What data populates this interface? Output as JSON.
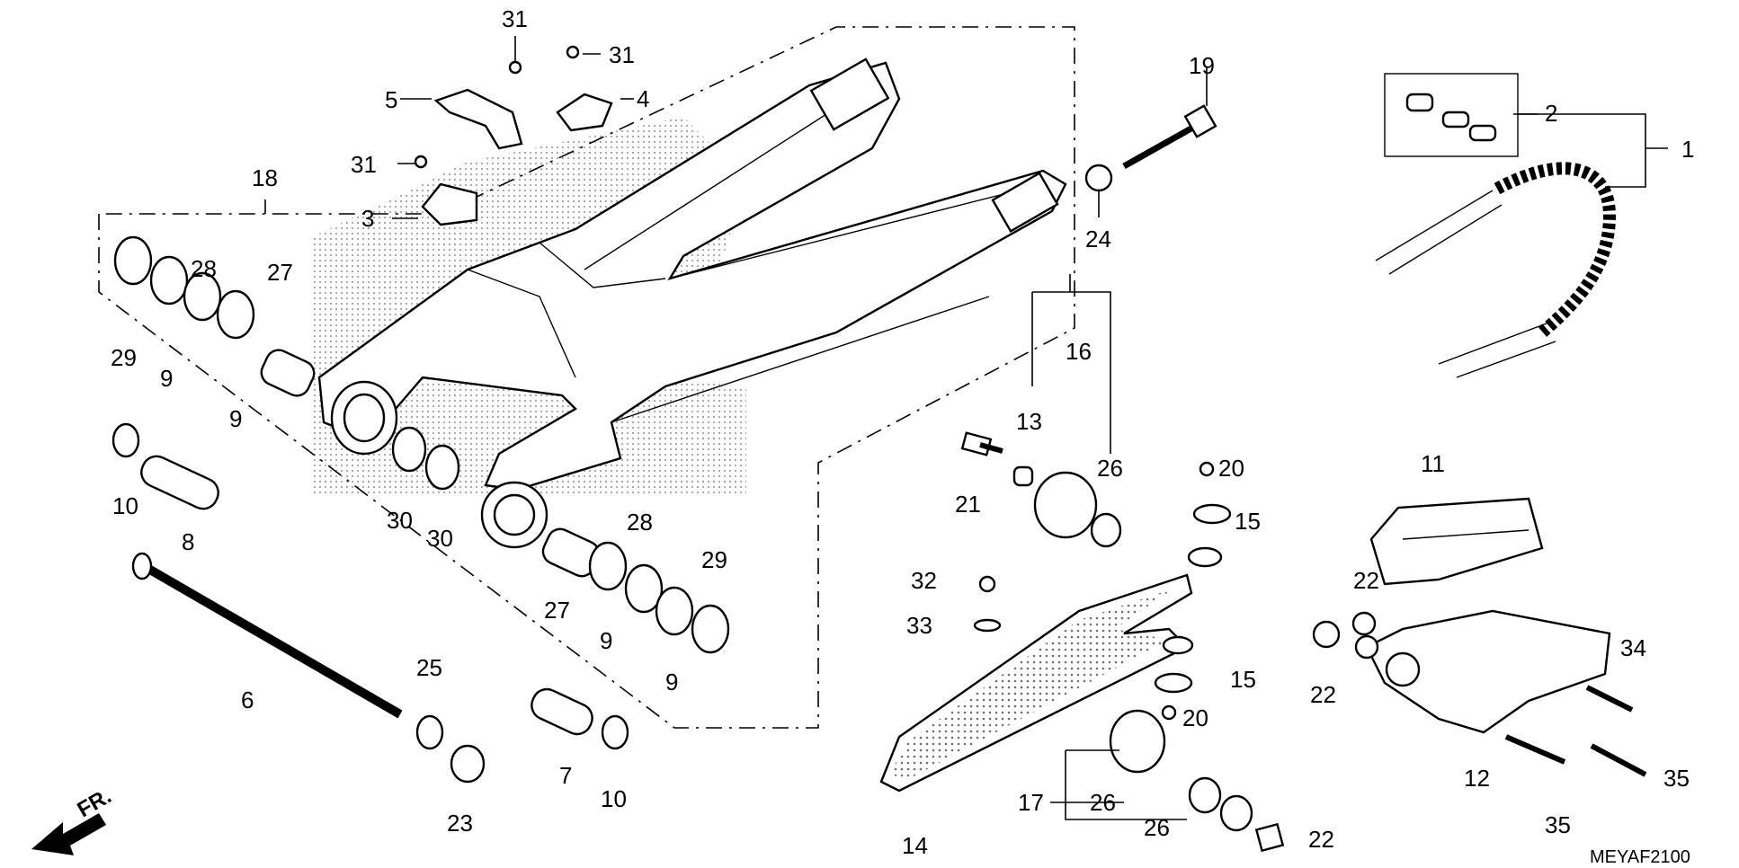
{
  "callouts": [
    {
      "id": "c1",
      "text": "1"
    },
    {
      "id": "c2",
      "text": "2"
    },
    {
      "id": "c3",
      "text": "3"
    },
    {
      "id": "c4",
      "text": "4"
    },
    {
      "id": "c5",
      "text": "5"
    },
    {
      "id": "c6",
      "text": "6"
    },
    {
      "id": "c7",
      "text": "7"
    },
    {
      "id": "c8",
      "text": "8"
    },
    {
      "id": "c9a",
      "text": "9"
    },
    {
      "id": "c9b",
      "text": "9"
    },
    {
      "id": "c9c",
      "text": "9"
    },
    {
      "id": "c9d",
      "text": "9"
    },
    {
      "id": "c10a",
      "text": "10"
    },
    {
      "id": "c10b",
      "text": "10"
    },
    {
      "id": "c11",
      "text": "11"
    },
    {
      "id": "c12",
      "text": "12"
    },
    {
      "id": "c13",
      "text": "13"
    },
    {
      "id": "c14",
      "text": "14"
    },
    {
      "id": "c15a",
      "text": "15"
    },
    {
      "id": "c15b",
      "text": "15"
    },
    {
      "id": "c16",
      "text": "16"
    },
    {
      "id": "c17",
      "text": "17"
    },
    {
      "id": "c18",
      "text": "18"
    },
    {
      "id": "c19",
      "text": "19"
    },
    {
      "id": "c20a",
      "text": "20"
    },
    {
      "id": "c20b",
      "text": "20"
    },
    {
      "id": "c21",
      "text": "21"
    },
    {
      "id": "c22a",
      "text": "22"
    },
    {
      "id": "c22b",
      "text": "22"
    },
    {
      "id": "c22c",
      "text": "22"
    },
    {
      "id": "c23",
      "text": "23"
    },
    {
      "id": "c24",
      "text": "24"
    },
    {
      "id": "c25",
      "text": "25"
    },
    {
      "id": "c26a",
      "text": "26"
    },
    {
      "id": "c26b",
      "text": "26"
    },
    {
      "id": "c26c",
      "text": "26"
    },
    {
      "id": "c27a",
      "text": "27"
    },
    {
      "id": "c27b",
      "text": "27"
    },
    {
      "id": "c28a",
      "text": "28"
    },
    {
      "id": "c28b",
      "text": "28"
    },
    {
      "id": "c29a",
      "text": "29"
    },
    {
      "id": "c29b",
      "text": "29"
    },
    {
      "id": "c30a",
      "text": "30"
    },
    {
      "id": "c30b",
      "text": "30"
    },
    {
      "id": "c31a",
      "text": "31"
    },
    {
      "id": "c31b",
      "text": "31"
    },
    {
      "id": "c31c",
      "text": "31"
    },
    {
      "id": "c32",
      "text": "32"
    },
    {
      "id": "c33",
      "text": "33"
    },
    {
      "id": "c34",
      "text": "34"
    },
    {
      "id": "c35a",
      "text": "35"
    },
    {
      "id": "c35b",
      "text": "35"
    }
  ],
  "direction_label": "FR.",
  "diagram_code": "MEYAF2100",
  "colors": {
    "ink": "#000000",
    "paper": "#ffffff",
    "stipple": "#555555"
  }
}
